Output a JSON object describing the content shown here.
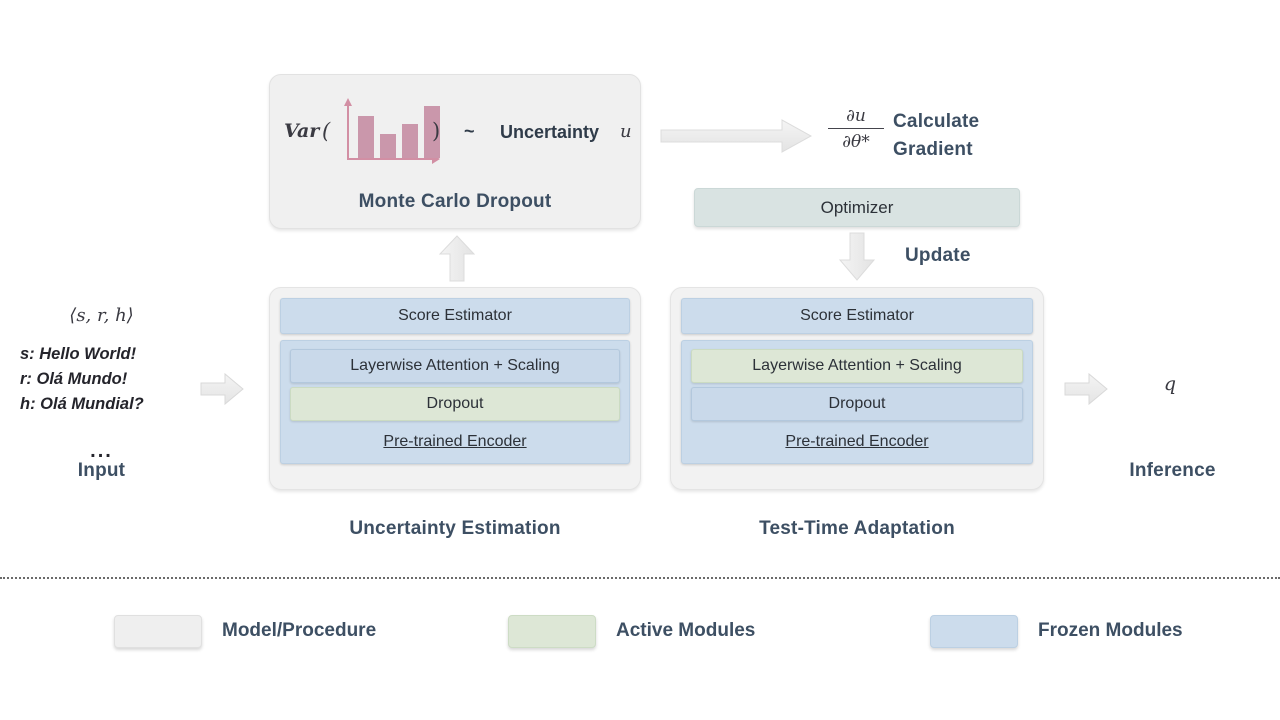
{
  "diagram": {
    "monte_carlo": {
      "var_label": "Var",
      "paren_open": "(",
      "paren_close": ")",
      "tilde": "~",
      "uncertainty_word": "Uncertainty",
      "uncertainty_symbol": "u",
      "caption": "Monte Carlo Dropout",
      "chart_bars": [
        0.72,
        0.4,
        0.58,
        0.88
      ],
      "bar_color": "#ca97ab",
      "axis_color": "#d28fa4"
    },
    "gradient": {
      "numerator": "∂u",
      "denominator": "∂θ*",
      "label_line1": "Calculate",
      "label_line2": "Gradient"
    },
    "optimizer": {
      "label": "Optimizer",
      "color": "#d9e3e2"
    },
    "update_label": "Update",
    "stack_left": {
      "caption": "Uncertainty  Estimation",
      "top_bar": {
        "label": "Score Estimator",
        "state": "frozen"
      },
      "group": [
        {
          "label": "Layerwise Attention + Scaling",
          "state": "frozen"
        },
        {
          "label": "Dropout",
          "state": "active"
        },
        {
          "label": "Pre-trained Encoder",
          "state": "plain"
        }
      ]
    },
    "stack_right": {
      "caption": "Test-Time Adaptation",
      "top_bar": {
        "label": "Score Estimator",
        "state": "frozen"
      },
      "group": [
        {
          "label": "Layerwise Attention + Scaling",
          "state": "active"
        },
        {
          "label": "Dropout",
          "state": "frozen"
        },
        {
          "label": "Pre-trained Encoder",
          "state": "plain"
        }
      ]
    },
    "input": {
      "tuple": "⟨s, r, h⟩",
      "line_s": "s: Hello World!",
      "line_r": "r: Olá Mundo!",
      "line_h": "h: Olá Mundial?",
      "ellipsis": "...",
      "caption": "Input"
    },
    "output": {
      "symbol": "q",
      "caption": "Inference"
    }
  },
  "legend": {
    "items": [
      {
        "label": "Model/Procedure",
        "color": "#efefef",
        "swatch": "grey"
      },
      {
        "label": "Active Modules",
        "color": "#dde7d6",
        "swatch": "green"
      },
      {
        "label": "Frozen Modules",
        "color": "#ccdcec",
        "swatch": "blue"
      }
    ]
  },
  "colors": {
    "caption_text": "#3d4f63",
    "frozen": "#ccdcec",
    "active": "#dde7d6",
    "procedure": "#efefef",
    "optimizer": "#d9e3e2",
    "arrow_fill": "#ededed",
    "arrow_stroke": "#dcdcdc"
  }
}
